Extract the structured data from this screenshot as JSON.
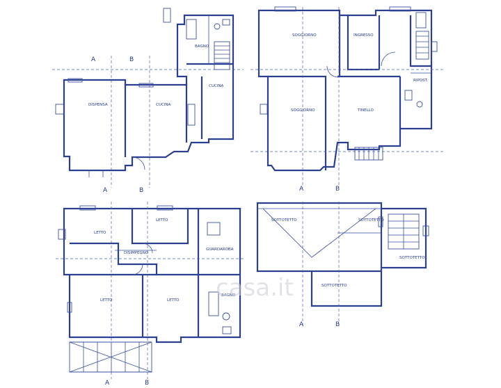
{
  "ground_floor": {
    "rooms": [
      "DISPENSA",
      "CUCINA",
      "CUCINA",
      "BAGNO"
    ]
  },
  "upper_left": {
    "rooms": [
      "SOGGIORNO",
      "SOGGIORNO",
      "INGRESSO",
      "TINELLO",
      "RIPOST."
    ]
  },
  "first_floor": {
    "rooms": [
      "LETTO",
      "LETTO",
      "DISIMPEGNO",
      "GUARDAROBA",
      "LETTO",
      "LETTO",
      "BAGNO"
    ]
  },
  "attic": {
    "rooms": [
      "SOTTOTETTO",
      "SOTTOTETTO",
      "SOTTOTETTO",
      "SOTTOTETTO"
    ]
  },
  "sections": {
    "a": "A",
    "b": "B"
  },
  "watermark": "casa.it",
  "colors": {
    "ink": "#2a3f8f",
    "paper": "#ffffff"
  }
}
